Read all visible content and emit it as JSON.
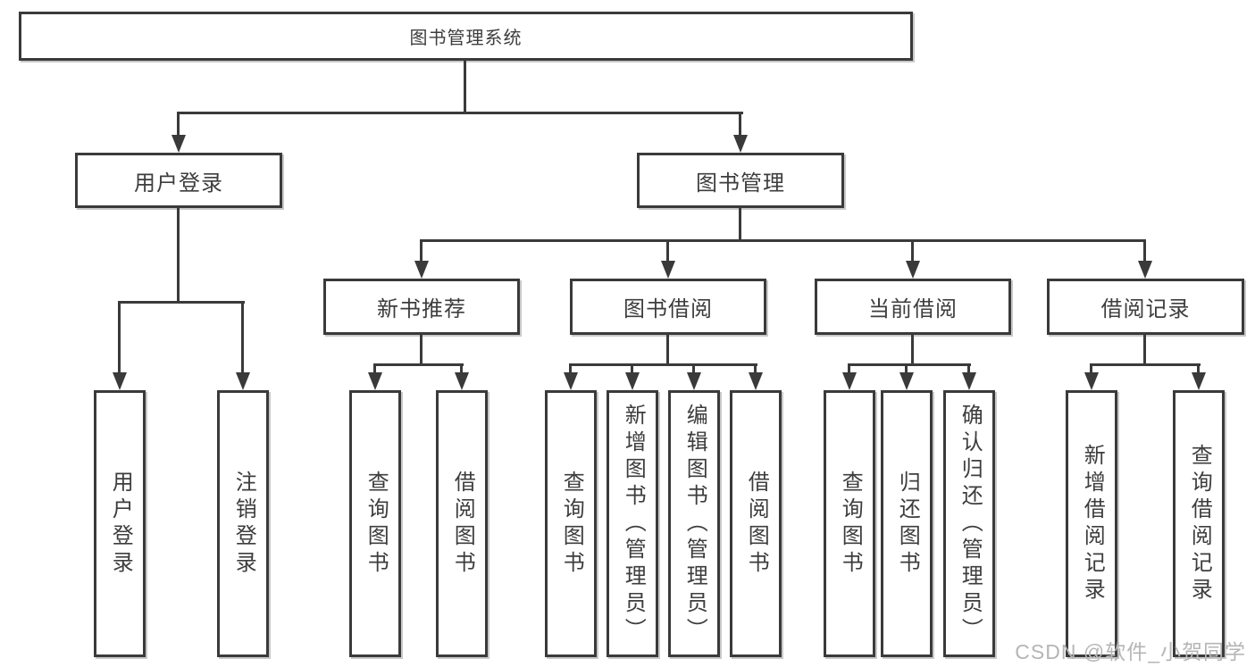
{
  "diagram": {
    "type": "hierarchy-tree",
    "direction": "top-down",
    "tree": {
      "label": "图书管理系统",
      "children": [
        {
          "label": "用户登录",
          "children": [
            {
              "label": "用户登录"
            },
            {
              "label": "注销登录"
            }
          ]
        },
        {
          "label": "图书管理",
          "children": [
            {
              "label": "新书推荐",
              "children": [
                {
                  "label": "查询图书"
                },
                {
                  "label": "借阅图书"
                }
              ]
            },
            {
              "label": "图书借阅",
              "children": [
                {
                  "label": "查询图书"
                },
                {
                  "label": "新增图书（管理员）"
                },
                {
                  "label": "编辑图书（管理员）"
                },
                {
                  "label": "借阅图书"
                }
              ]
            },
            {
              "label": "当前借阅",
              "children": [
                {
                  "label": "查询图书"
                },
                {
                  "label": "归还图书"
                },
                {
                  "label": "确认归还（管理员）"
                }
              ]
            },
            {
              "label": "借阅记录",
              "children": [
                {
                  "label": "新增借阅记录"
                },
                {
                  "label": "查询借阅记录"
                }
              ]
            }
          ]
        }
      ]
    },
    "watermark": "CSDN @软件_小贺同学",
    "colors": {
      "line": "#3a3a3a",
      "text": "#3d3d3d",
      "box_background": "#ffffff",
      "page_background": "#ffffff",
      "watermark": "#b5b5b5"
    }
  }
}
